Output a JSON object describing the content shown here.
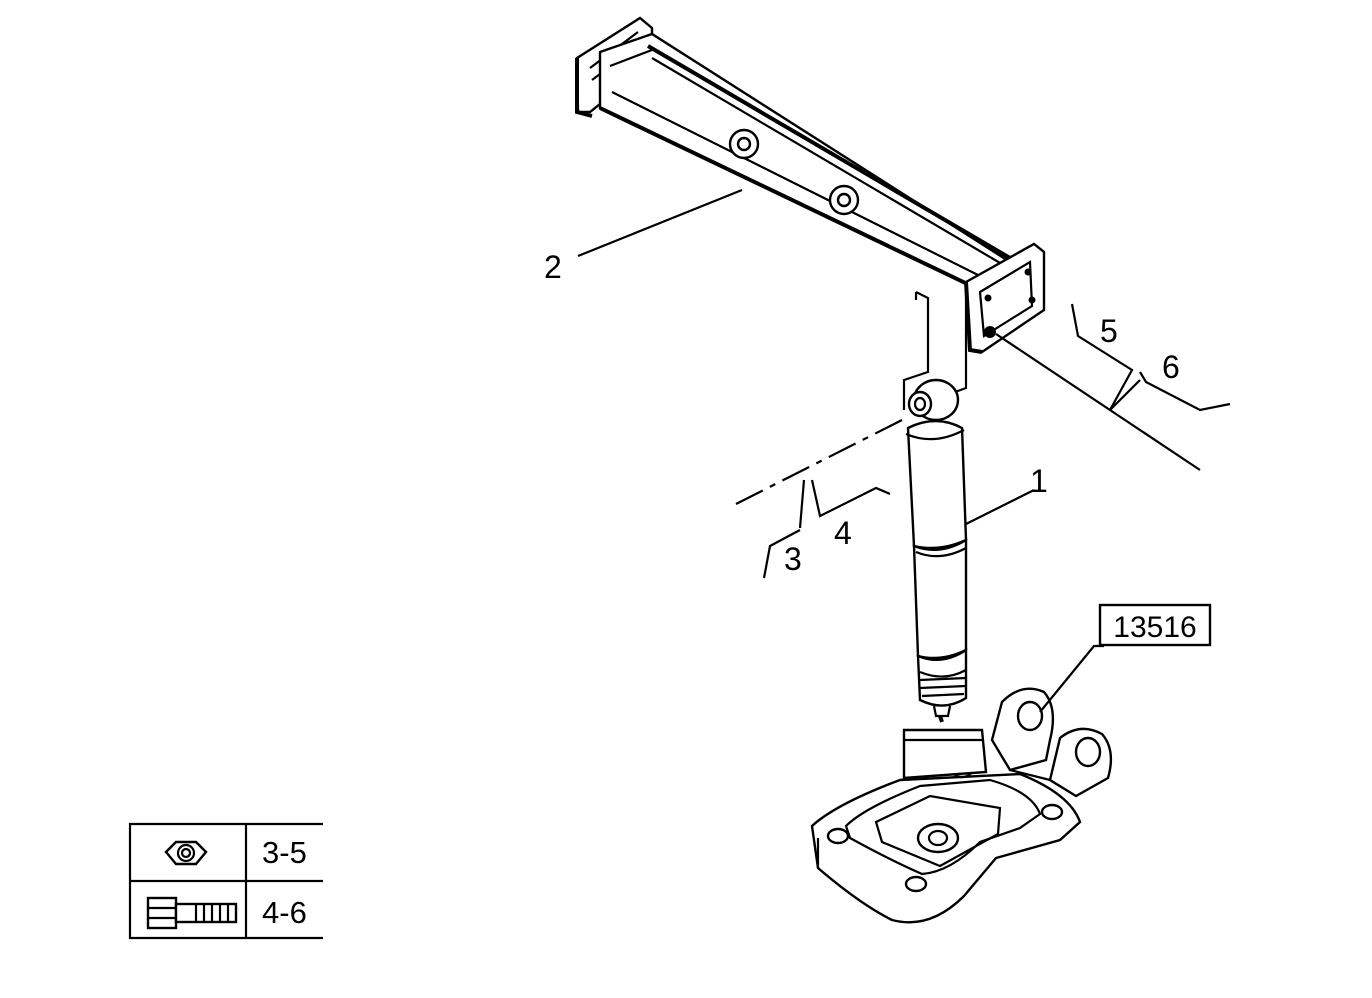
{
  "callouts": {
    "c1": "1",
    "c2": "2",
    "c3": "3",
    "c4": "4",
    "c5": "5",
    "c6": "6"
  },
  "reference_box": "13516",
  "legend": {
    "rows": [
      {
        "icon": "hex-nut-icon",
        "value": "3-5"
      },
      {
        "icon": "bolt-icon",
        "value": "4-6"
      }
    ]
  }
}
